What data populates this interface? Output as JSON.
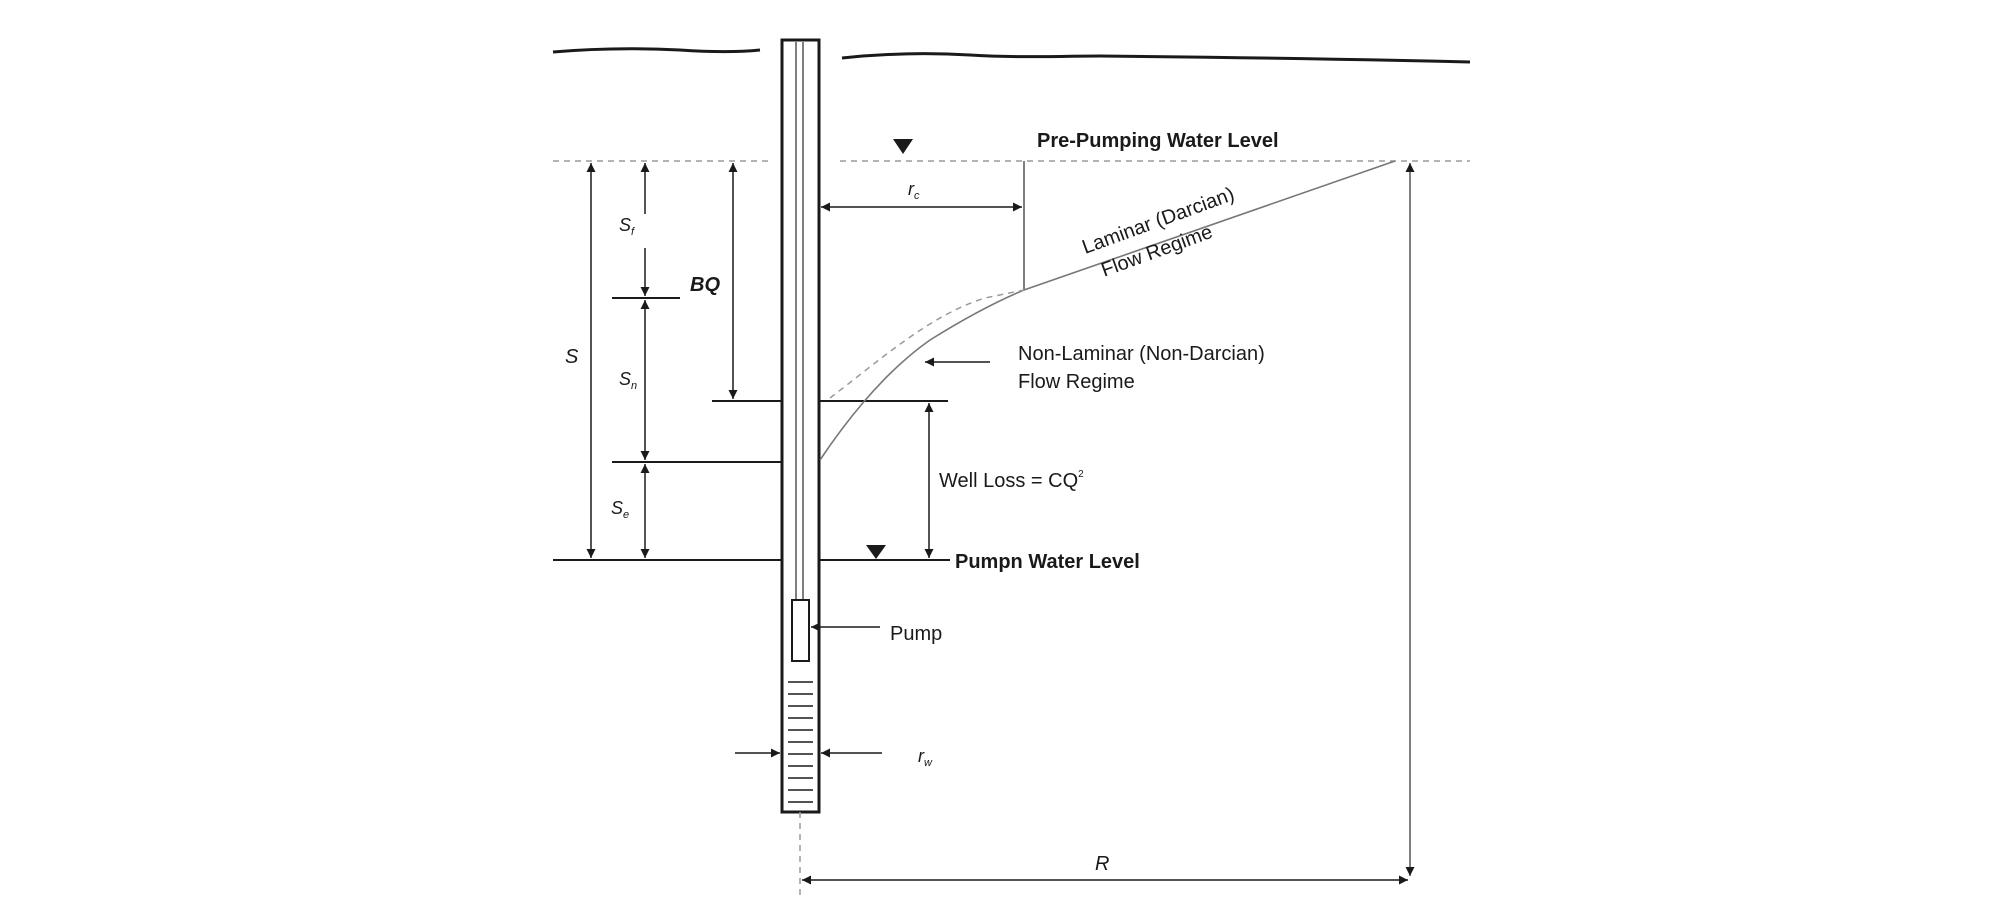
{
  "diagram": {
    "labels": {
      "pre_pumping_level": "Pre-Pumping Water Level",
      "laminar_line1": "Laminar (Darcian)",
      "laminar_line2": "Flow Regime",
      "non_laminar_line1": "Non-Laminar (Non-Darcian)",
      "non_laminar_line2": "Flow Regime",
      "well_loss": "Well Loss = CQ",
      "well_loss_exp": "2",
      "pumped_level": "Pumpn Water Level",
      "pump": "Pump",
      "bq": "BQ",
      "s_total": "S",
      "radius_influence": "R"
    },
    "symbols": {
      "s_f": {
        "base": "S",
        "sub": "f"
      },
      "s_n": {
        "base": "S",
        "sub": "n"
      },
      "s_e": {
        "base": "S",
        "sub": "e"
      },
      "r_c": {
        "base": "r",
        "sub": "c"
      },
      "r_w": {
        "base": "r",
        "sub": "w"
      }
    },
    "colors": {
      "ink": "#1a1a1a",
      "dashed": "#9a9a9a",
      "curve": "#777777"
    }
  }
}
